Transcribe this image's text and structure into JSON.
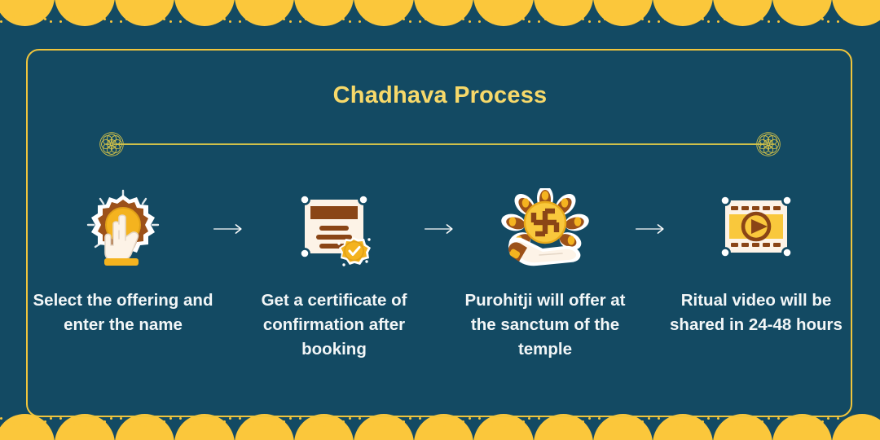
{
  "palette": {
    "background": "#134a63",
    "scallop_yellow": "#fbc73b",
    "frame_yellow": "#f0c53c",
    "title_yellow": "#f7d96a",
    "divider_gold": "#cfc04a",
    "caption_white": "#f2f6f7",
    "icon_brown": "#8a4516",
    "icon_gold": "#f4b31f",
    "icon_cream": "#fdf3e7",
    "arrow_white": "#ffffff"
  },
  "header": {
    "title": "Chadhava Process"
  },
  "divider": {
    "left_ornament": "mandala-ornament",
    "right_ornament": "mandala-ornament"
  },
  "steps": [
    {
      "index": "1",
      "icon": "hand-tap-offering-icon",
      "label": "Select the offering and enter the name"
    },
    {
      "index": "2",
      "icon": "certificate-seal-icon",
      "label": "Get a certificate of confirmation after booking"
    },
    {
      "index": "3",
      "icon": "hand-holding-swastika-flower-icon",
      "label": "Purohitji will offer at the sanctum of the temple"
    },
    {
      "index": "4",
      "icon": "video-play-frame-icon",
      "label": "Ritual video will be shared in 24-48 hours"
    }
  ],
  "connectors": [
    {
      "icon": "arrow-right-icon"
    },
    {
      "icon": "arrow-right-icon"
    },
    {
      "icon": "arrow-right-icon"
    }
  ],
  "decor": {
    "top_border": "scalloped-border",
    "bottom_border": "scalloped-border",
    "frame": "rounded-rectangle-frame"
  }
}
